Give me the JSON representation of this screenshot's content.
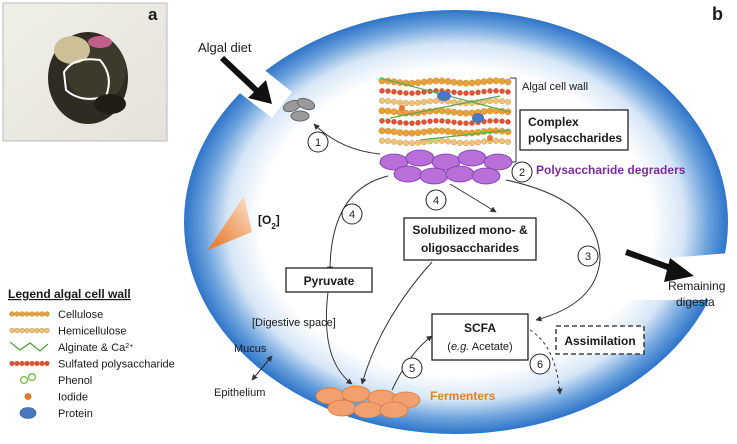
{
  "panel_a": {
    "label": "a"
  },
  "panel_b": {
    "label": "b"
  },
  "inputs": {
    "algal_diet": "Algal diet",
    "remaining": [
      "Remaining",
      "digesta"
    ]
  },
  "cell_wall": {
    "label": "Algal cell wall"
  },
  "boxes": {
    "complex": [
      "Complex",
      "polysaccharides"
    ],
    "solubilized": [
      "Solubilized mono- &",
      "oligosaccharides"
    ],
    "pyruvate": "Pyruvate",
    "scfa": {
      "title": "SCFA",
      "prefix": "(",
      "eg": "e.g.",
      "rest": " Acetate)"
    },
    "assimilation": "Assimilation"
  },
  "labels": {
    "polysaccharide_degraders": "Polysaccharide degraders",
    "fermenters": "Fermenters",
    "o2": {
      "open": "[O",
      "sub": "2",
      "close": "]"
    },
    "digestive_space": "[Digestive space]",
    "mucus": "Mucus",
    "epithelium": "Epithelium"
  },
  "steps": [
    "1",
    "2",
    "3",
    "4",
    "4",
    "5",
    "6"
  ],
  "legend": {
    "title": "Legend algal cell wall",
    "items": [
      {
        "label": "Cellulose",
        "icon": "cellulose-chain",
        "color": "#e8a23a"
      },
      {
        "label": "Hemicellulose",
        "icon": "hemicellulose-chain",
        "color": "#f0c27a"
      },
      {
        "label": "Alginate & Ca",
        "sup": "2+",
        "icon": "alginate-zigzag",
        "color": "#5aa84a"
      },
      {
        "label": "Sulfated polysaccharide",
        "icon": "sulfated-chain",
        "color": "#e0503a"
      },
      {
        "label": "Phenol",
        "icon": "phenol-rings",
        "color": "#7cbf4a"
      },
      {
        "label": "Iodide",
        "icon": "iodide-dot",
        "color": "#e07a30"
      },
      {
        "label": "Protein",
        "icon": "protein-blob",
        "color": "#4a78c0"
      }
    ]
  },
  "colors": {
    "gut_blue": "#2e74c8",
    "degraders": "#b86fd8",
    "degraders_text": "#7a2c9a",
    "fermenters": "#f2a070",
    "fermenters_text": "#e2802a",
    "o2_gradient": "#e8721f"
  }
}
